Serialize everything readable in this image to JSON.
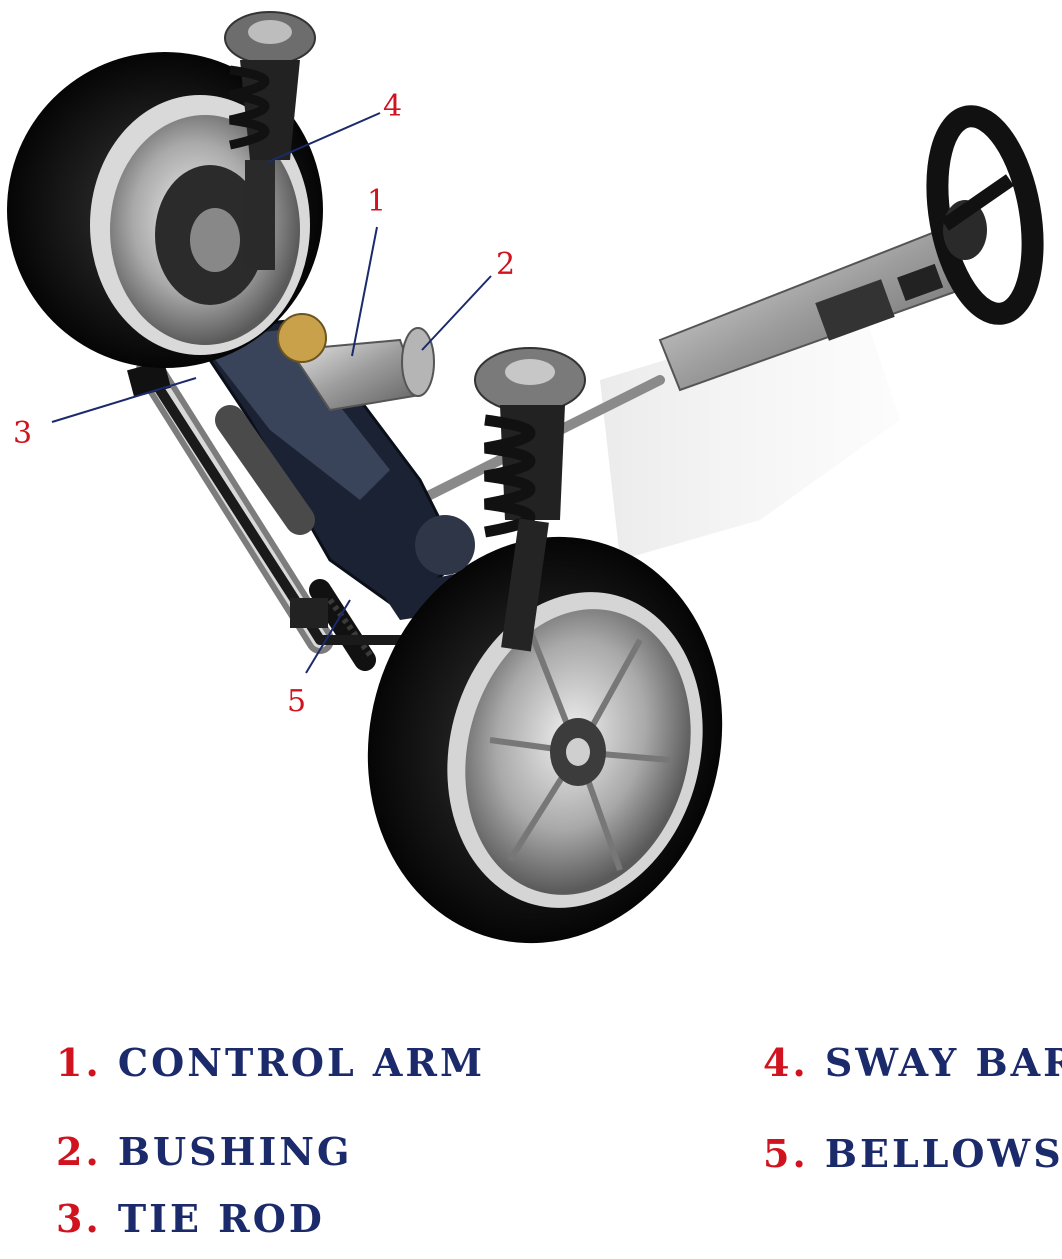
{
  "callouts": [
    {
      "number": "1",
      "part": "CONTROL ARM"
    },
    {
      "number": "2",
      "part": "BUSHING"
    },
    {
      "number": "3",
      "part": "TIE ROD"
    },
    {
      "number": "4",
      "part": "SWAY BAR"
    },
    {
      "number": "5",
      "part": "BELLOWS"
    }
  ],
  "legend": [
    {
      "num": "1.",
      "text": "CONTROL ARM"
    },
    {
      "num": "2.",
      "text": "BUSHING"
    },
    {
      "num": "3.",
      "text": "TIE ROD"
    },
    {
      "num": "4.",
      "text": "SWAY BAR"
    },
    {
      "num": "5.",
      "text": "BELLOWS"
    }
  ],
  "colors": {
    "number_red": "#d1121f",
    "label_navy": "#1b2a6b",
    "leader_line": "#1b2a6b"
  }
}
